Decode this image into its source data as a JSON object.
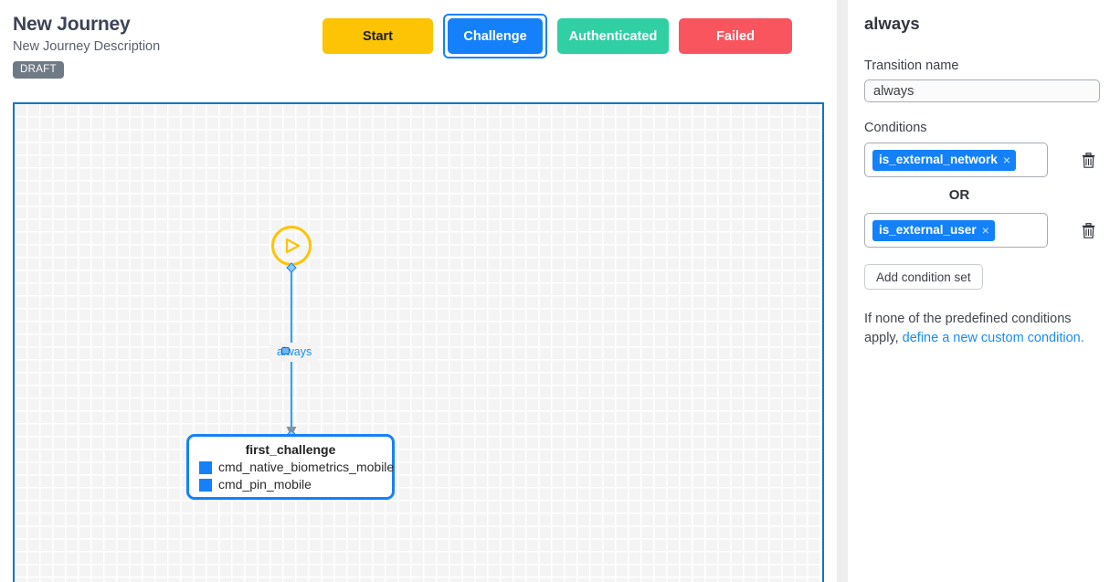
{
  "header": {
    "title": "New Journey",
    "subtitle": "New Journey Description",
    "status_badge": "DRAFT",
    "state_buttons": [
      {
        "label": "Start",
        "color": "#fcc404",
        "text_color": "#1d1d1d",
        "selected": false
      },
      {
        "label": "Challenge",
        "color": "#1481fb",
        "text_color": "#ffffff",
        "selected": true
      },
      {
        "label": "Authenticated",
        "color": "#30cfa4",
        "text_color": "#ffffff",
        "selected": false
      },
      {
        "label": "Failed",
        "color": "#f9555f",
        "text_color": "#ffffff",
        "selected": false
      }
    ]
  },
  "canvas": {
    "start_node": {
      "icon": "play-icon",
      "color": "#fcc404"
    },
    "edge": {
      "label": "always",
      "color": "#1a8cf0"
    },
    "challenge_node": {
      "title": "first_challenge",
      "border_color": "#1481fb",
      "items": [
        {
          "label": "cmd_native_biometrics_mobile",
          "chip_color": "#1481fb"
        },
        {
          "label": "cmd_pin_mobile",
          "chip_color": "#1481fb"
        }
      ]
    }
  },
  "panel": {
    "title": "always",
    "transition_name_label": "Transition name",
    "transition_name_value": "always",
    "transition_name_placeholder": "Transition name",
    "conditions_label": "Conditions",
    "condition_sets": [
      {
        "tag": "is_external_network",
        "remove_glyph": "×",
        "tag_color": "#1481fb"
      },
      {
        "tag": "is_external_user",
        "remove_glyph": "×",
        "tag_color": "#1481fb"
      }
    ],
    "or_label": "OR",
    "add_condition_set_label": "Add condition set",
    "hint_text_prefix": "If none of the predefined conditions apply, ",
    "hint_link_text": "define a new custom condition.",
    "link_color": "#1a8cf0"
  }
}
